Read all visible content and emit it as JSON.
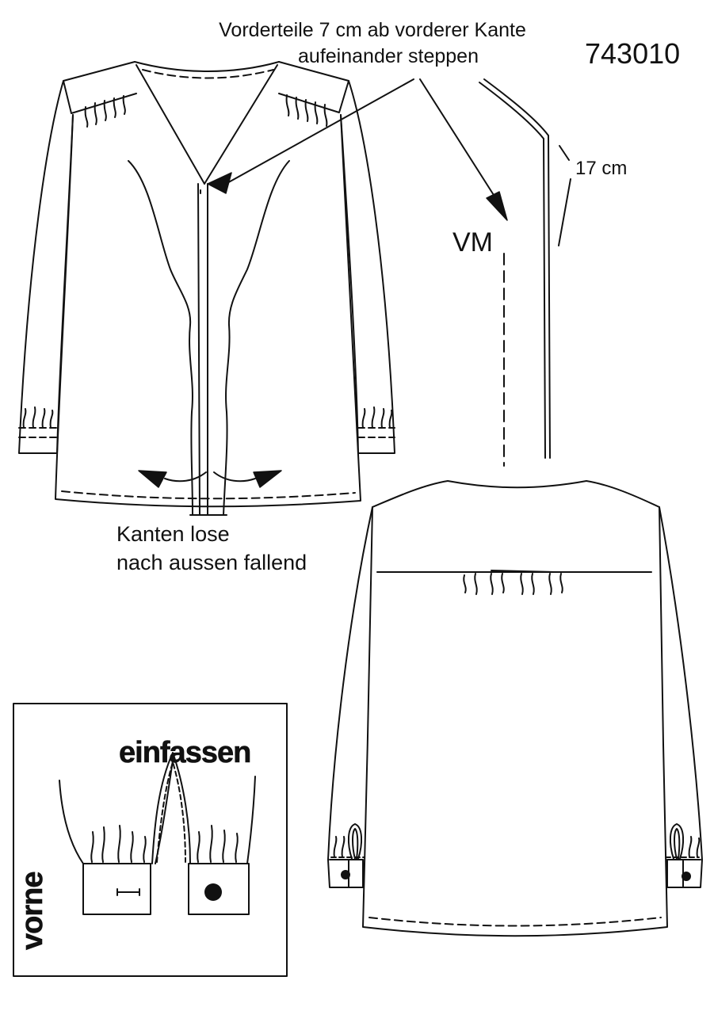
{
  "texts": {
    "instruction_line1": "Vorderteile 7 cm ab vorderer Kante",
    "instruction_line2": "aufeinander steppen",
    "pattern_number": "743010",
    "measure_17cm": "17 cm",
    "center_front": "VM",
    "edges_line1": "Kanten lose",
    "edges_line2": "nach aussen fallend",
    "bind_label": "einfassen",
    "front_label": "vorne"
  },
  "colors": {
    "line": "#111111",
    "background": "#ffffff"
  },
  "icons": [
    "arrow-icon",
    "button-icon",
    "buttonhole-icon"
  ]
}
